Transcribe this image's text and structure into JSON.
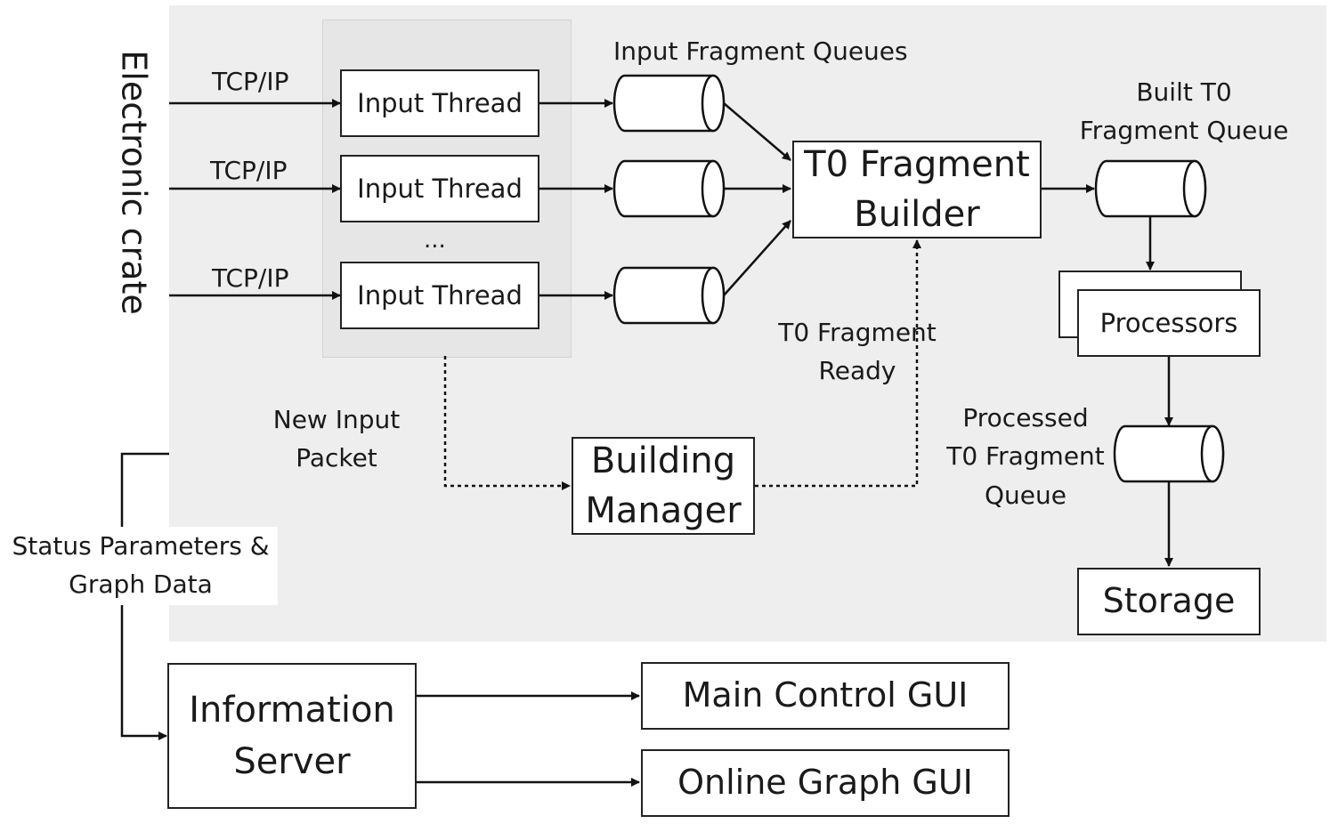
{
  "side_label": "Electronic crate",
  "inputs": {
    "protocol_labels": [
      "TCP/IP",
      "TCP/IP",
      "TCP/IP"
    ],
    "thread_labels": [
      "Input Thread",
      "Input Thread",
      "Input Thread"
    ],
    "ellipsis": "..."
  },
  "queues": {
    "input_queue_label": "Input Fragment Queues",
    "built_queue_label": "Built T0\nFragment Queue",
    "processed_queue_label": "Processed\nT0 Fragment\nQueue"
  },
  "builder": {
    "label": "T0 Fragment\nBuilder"
  },
  "processors": {
    "label": "Processors"
  },
  "storage": {
    "label": "Storage"
  },
  "manager": {
    "label": "Building\nManager"
  },
  "signals": {
    "new_input_packet": "New Input\nPacket",
    "fragment_ready": "T0 Fragment\nReady"
  },
  "status": {
    "label": "Status Parameters &\nGraph Data"
  },
  "info_server": {
    "label": "Information\nServer"
  },
  "guis": {
    "main_control": "Main Control GUI",
    "online_graph": "Online Graph GUI"
  }
}
